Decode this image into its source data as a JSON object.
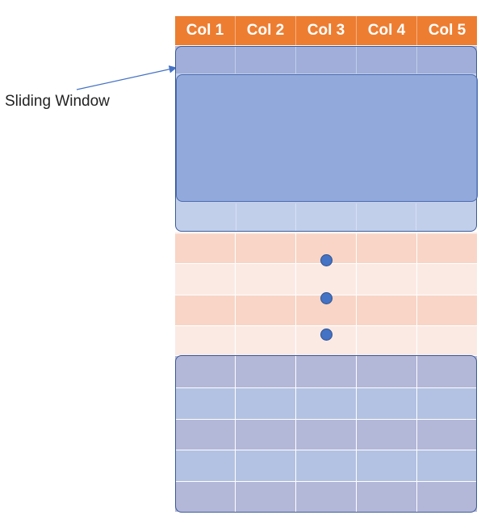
{
  "label": {
    "text": "Sliding Window"
  },
  "table": {
    "columns": [
      "Col 1",
      "Col 2",
      "Col 3",
      "Col 4",
      "Col 5"
    ],
    "header_color": "#ed7d31",
    "window_color": "#4472c4",
    "middle_row_colors": [
      "#f8d5c6",
      "#fbeae4"
    ],
    "dot_color": "#4472c4",
    "dot_count": 3
  }
}
